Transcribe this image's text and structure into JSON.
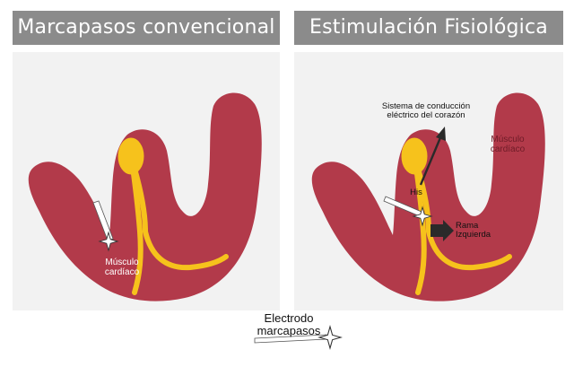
{
  "left_panel": {
    "title": "Marcapasos convencional",
    "muscle_label_line1": "Músculo",
    "muscle_label_line2": "cardíaco"
  },
  "right_panel": {
    "title": "Estimulación Fisiológica",
    "conduction_label_line1": "Sistema de conducción",
    "conduction_label_line2": "eléctrico del corazón",
    "his_label": "His",
    "branch_label_line1": "Rama",
    "branch_label_line2": "Izquierda",
    "muscle_label_line1": "Músculo",
    "muscle_label_line2": "cardíaco"
  },
  "legend": {
    "label_line1": "Electrodo",
    "label_line2": "marcapasos"
  },
  "colors": {
    "title_bar": "#8b8b8b",
    "panel_bg": "#f2f2f2",
    "heart_muscle": "#b23a4a",
    "conduction_system": "#f6c21c",
    "arrow": "#2a2a2a"
  }
}
